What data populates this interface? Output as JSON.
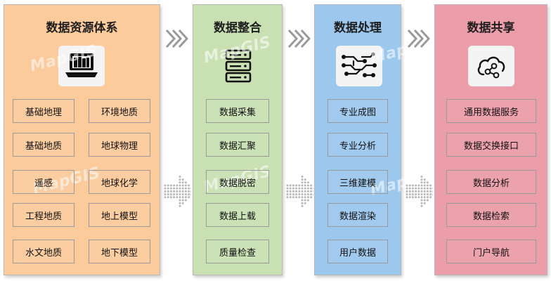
{
  "watermark": "MapGIS",
  "columns": [
    {
      "title": "数据资源体系",
      "icon": "laptop-books-icon",
      "items": [
        "基础地理",
        "环境地质",
        "基础地质",
        "地球物理",
        "遥感",
        "地球化学",
        "工程地质",
        "地上模型",
        "水文地质",
        "地下模型"
      ]
    },
    {
      "title": "数据整合",
      "icon": "server-stack-icon",
      "items": [
        "数据采集",
        "数据汇聚",
        "数据脱密",
        "数据上载",
        "质量检查"
      ]
    },
    {
      "title": "数据处理",
      "icon": "circuit-icon",
      "items": [
        "专业成图",
        "专业分析",
        "三维建模",
        "数据渲染",
        "用户数据"
      ]
    },
    {
      "title": "数据共享",
      "icon": "cloud-share-icon",
      "items": [
        "通用数据服务",
        "数据交换接口",
        "数据分析",
        "数据检索",
        "门户导航"
      ]
    }
  ],
  "colors": {
    "col1": "#fbcb9c",
    "col2": "#c9e0b3",
    "col3": "#9cc8ee",
    "col4": "#eb9ea9",
    "arrow": "#b8b8b8"
  }
}
